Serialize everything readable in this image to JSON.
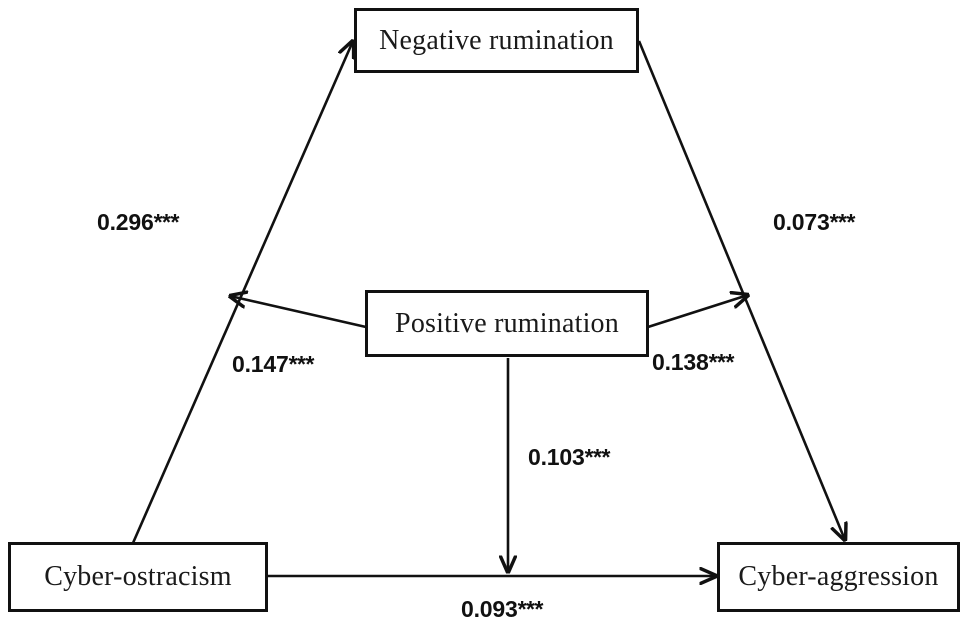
{
  "figure": {
    "type": "path-diagram",
    "background_color": "#ffffff",
    "line_color": "#111111",
    "box_border_color": "#111111",
    "text_color": "#1a1a1a"
  },
  "nodes": [
    {
      "id": "negative-rumination",
      "label": "Negative rumination"
    },
    {
      "id": "positive-rumination",
      "label": "Positive rumination"
    },
    {
      "id": "cyber-ostracism",
      "label": "Cyber-ostracism"
    },
    {
      "id": "cyber-aggression",
      "label": "Cyber-aggression"
    }
  ],
  "paths": [
    {
      "id": "ostracism-to-negative",
      "from": "cyber-ostracism",
      "to": "negative-rumination",
      "coefficient": "0.296",
      "stars": "***"
    },
    {
      "id": "negative-to-aggression",
      "from": "negative-rumination",
      "to": "cyber-aggression",
      "coefficient": "0.073",
      "stars": "***"
    },
    {
      "id": "positive-moderates-left",
      "from": "positive-rumination",
      "to": "ostracism-to-negative",
      "coefficient": "0.147",
      "stars": "***"
    },
    {
      "id": "positive-moderates-right",
      "from": "positive-rumination",
      "to": "negative-to-aggression",
      "coefficient": "0.138",
      "stars": "***"
    },
    {
      "id": "positive-moderates-direct",
      "from": "positive-rumination",
      "to": "ostracism-to-aggression",
      "coefficient": "0.103",
      "stars": "***"
    },
    {
      "id": "ostracism-to-aggression",
      "from": "cyber-ostracism",
      "to": "cyber-aggression",
      "coefficient": "0.093",
      "stars": "***"
    }
  ]
}
